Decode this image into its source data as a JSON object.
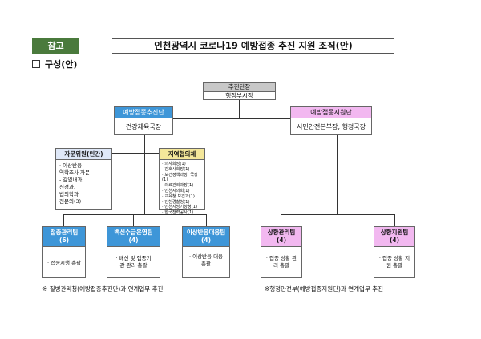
{
  "header": {
    "badge": "참고",
    "title": "인천광역시 코로나19 예방접종 추진 지원 조직(안)",
    "section": "구성(안)"
  },
  "top": {
    "title": "추진단장",
    "sub": "행정부시장"
  },
  "left_group": {
    "title": "예방접종추진단",
    "sub": "건강체육국장"
  },
  "right_group": {
    "title": "예방접종지원단",
    "sub": "시민안전본부장, 행정국장"
  },
  "advisory": {
    "title": "자문위원(민간)",
    "lines": [
      "· 이상반응",
      "  역학조사 자문",
      "  - 감염내과,",
      "  신경과,",
      "  법의학과",
      "  전문의(3)"
    ]
  },
  "council": {
    "title": "지역협의체",
    "lines": [
      "· 의사회장(1)",
      "· 간호사회장(1)",
      "· 보건정책과장, 국장(1)",
      "· 의료관리과장(1)",
      "· 인천시의회(1)",
      "· 교육청 보건과(1)",
      "· 인천경찰청(1)",
      "· 인천지방기상청(1)",
      "· 한국전력공사(1)"
    ]
  },
  "teams_left": [
    {
      "name": "접종관리팀",
      "count": "(6)",
      "desc": "· 접종시행 총괄"
    },
    {
      "name": "백신수급운영팀",
      "count": "(4)",
      "desc": "· 배신 및 접종기관 관리 총괄"
    },
    {
      "name": "이상반응대응팀",
      "count": "(4)",
      "desc": "· 이상반응 대응 총괄"
    }
  ],
  "teams_right": [
    {
      "name": "상황관리팀",
      "count": "(4)",
      "desc": "· 접종 상황 관리 총괄"
    },
    {
      "name": "상황지원팀",
      "count": "(4)",
      "desc": "· 접종 상황 지원 총괄"
    }
  ],
  "notes": {
    "left": "※ 질병관리청(예방접종추진단)과 연계업무 추진",
    "right": "※행정안전부(예방접종지원단)과 연계업무 추진"
  },
  "colors": {
    "green_badge": "#4a7a3c",
    "top_header": "#c8c8c8",
    "left_header": "#3e96d8",
    "right_header": "#f2b8f0",
    "advisory_header": "#dfe8f8",
    "council_header": "#f4e79a"
  }
}
